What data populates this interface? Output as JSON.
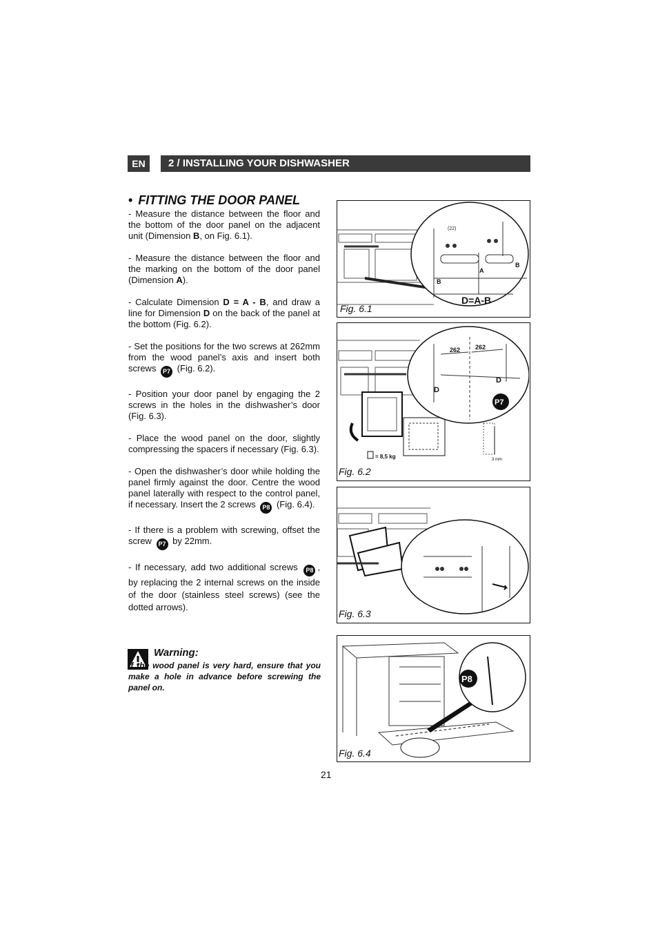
{
  "header": {
    "lang": "EN",
    "section": "2 / INSTALLING YOUR DISHWASHER"
  },
  "title": "FITTING THE DOOR PANEL",
  "paragraphs": {
    "p1_pre": "- Measure the distance between the floor and the bottom of the door panel on the adjacent unit (Dimension ",
    "p1_bold": "B",
    "p1_post": ", on Fig. 6.1).",
    "p2_pre": "- Measure the distance between the floor and the marking on the bottom of the door panel (Dimension ",
    "p2_bold": "A",
    "p2_post": ").",
    "p3_pre": "- Calculate Dimension ",
    "p3_bold1": "D = A - B",
    "p3_mid": ", and draw a line for Dimension ",
    "p3_bold2": "D",
    "p3_post": " on the back of the panel at the bottom (Fig. 6.2).",
    "p4_pre": "- Set the positions for the two screws at 262mm from the wood panel’s axis and insert both screws ",
    "p4_post": " (Fig. 6.2).",
    "p5": "- Position your door panel by engaging the 2 screws in the holes in the dishwasher’s door (Fig. 6.3).",
    "p6": "- Place the wood panel on the door, slightly compressing the spacers if necessary (Fig. 6.3).",
    "p7_pre": "- Open the dishwasher’s door while holding the panel firmly against the door.  Centre the wood panel laterally with respect to the control panel, if necessary. Insert the 2 screws ",
    "p7_post": " (Fig. 6.4).",
    "p8_pre": "- If there is a problem with screwing, offset the screw ",
    "p8_post": " by 22mm.",
    "p9_pre": "- If necessary, add two additional screws ",
    "p9_post": ", by replacing the 2 internal screws on the inside of the door (stainless steel screws) (see the dotted arrows)."
  },
  "badges": {
    "p7": "P7",
    "p8": "P8"
  },
  "warning": {
    "title": "Warning:",
    "text": "If the wood panel is very hard, ensure that you make a hole in advance before screwing the panel on."
  },
  "figures": {
    "fig1": {
      "caption": "Fig. 6.1",
      "formula": "D=A-B",
      "dim22": "(22)",
      "label_a": "A",
      "label_b": "B"
    },
    "fig2": {
      "caption": "Fig. 6.2",
      "dim262": "262",
      "label_d": "D",
      "badge": "P7",
      "weight": "= 8,5 kg",
      "gap": "3 mm"
    },
    "fig3": {
      "caption": "Fig. 6.3"
    },
    "fig4": {
      "caption": "Fig. 6.4",
      "badge": "P8"
    }
  },
  "page_number": "21"
}
